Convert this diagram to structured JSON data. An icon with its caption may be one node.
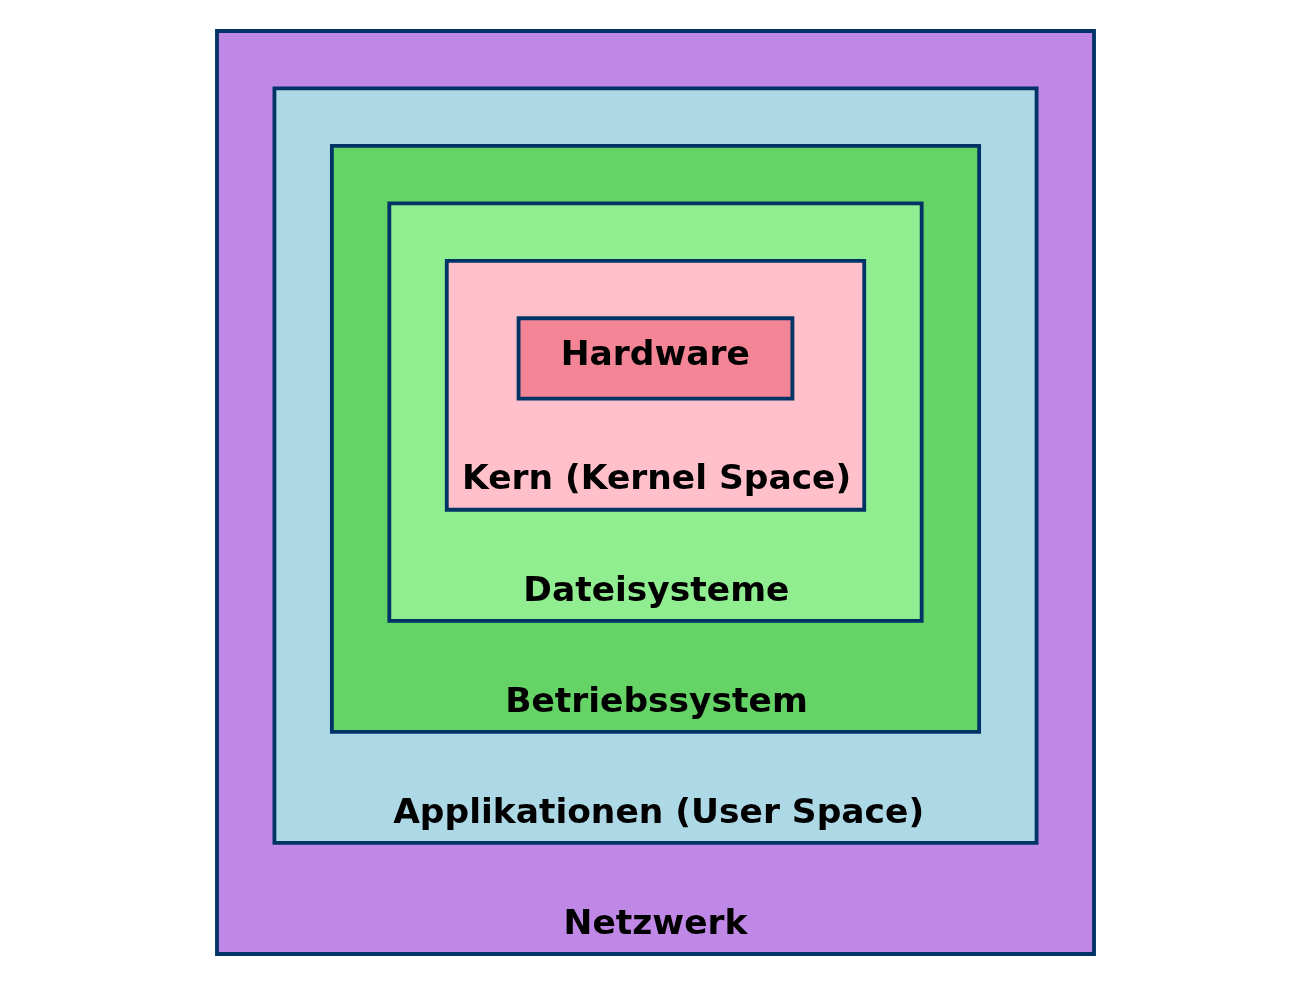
{
  "diagram": {
    "nodes": [
      {
        "text": [
          "Netzwerk"
        ]
      },
      {
        "text": [
          "Applikationen (User Space)"
        ],
        "in": 0
      },
      {
        "text": [
          "Betriebssystem"
        ],
        "in": 1
      },
      {
        "text": [
          "Dateisysteme"
        ],
        "in": 2
      },
      {
        "text": [
          "Kern (Kernel Space)"
        ],
        "in": 3
      },
      {
        "text": [
          "Hardware"
        ],
        "in": 4
      }
    ]
  }
}
